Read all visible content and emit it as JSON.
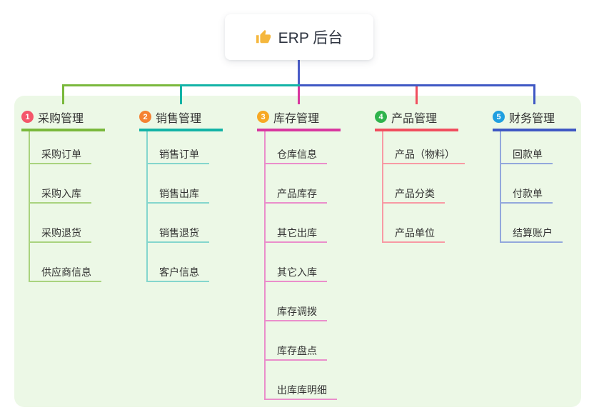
{
  "root": {
    "title": "ERP 后台",
    "icon": "thumbs-up-icon",
    "icon_color": "#f5b73d"
  },
  "panel_color": "#ecf8e6",
  "connector_color": "#4a5cc8",
  "branches": [
    {
      "badge": "1",
      "badge_color": "#f4566a",
      "label": "采购管理",
      "color": "#7ab83c",
      "light_color": "#a9d37e",
      "children": [
        "采购订单",
        "采购入库",
        "采购退货",
        "供应商信息"
      ]
    },
    {
      "badge": "2",
      "badge_color": "#f58233",
      "label": "销售管理",
      "color": "#13b3a6",
      "light_color": "#84d6cd",
      "children": [
        "销售订单",
        "销售出库",
        "销售退货",
        "客户信息"
      ]
    },
    {
      "badge": "3",
      "badge_color": "#f7a823",
      "label": "库存管理",
      "color": "#d8379f",
      "light_color": "#ea8ecb",
      "children": [
        "仓库信息",
        "产品库存",
        "其它出库",
        "其它入库",
        "库存调拨",
        "库存盘点",
        "出库库明细"
      ]
    },
    {
      "badge": "4",
      "badge_color": "#2fb34c",
      "label": "产品管理",
      "color": "#f04e5e",
      "light_color": "#f89aa4",
      "children": [
        "产品（物料）",
        "产品分类",
        "产品单位"
      ]
    },
    {
      "badge": "5",
      "badge_color": "#209fe0",
      "label": "财务管理",
      "color": "#3f58c4",
      "light_color": "#93a8dc",
      "children": [
        "回款单",
        "付款单",
        "结算账户"
      ]
    }
  ]
}
